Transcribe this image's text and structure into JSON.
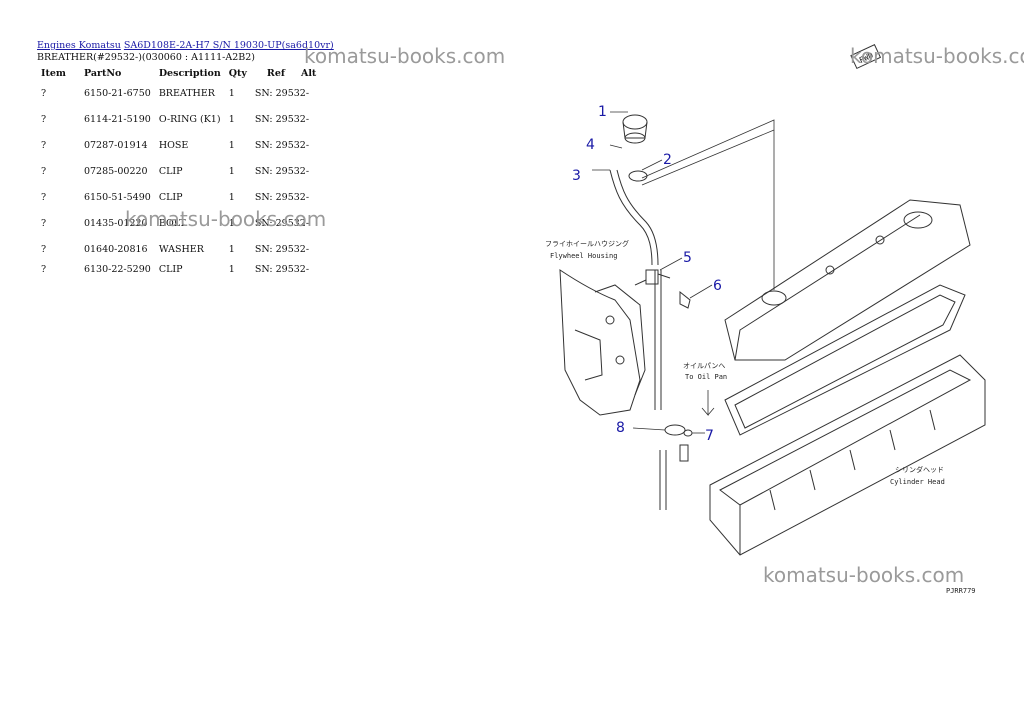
{
  "breadcrumb": {
    "root": "Engines Komatsu",
    "model": "SA6D108E-2A-H7 S/N 19030-UP(sa6d10vr)"
  },
  "subtitle": "BREATHER(#29532-)(030060 : A1111-A2B2)",
  "table": {
    "headers": [
      "Item",
      "PartNo",
      "Description",
      "Qty",
      "Ref",
      "Alt"
    ],
    "rows": [
      {
        "item": "?",
        "partno": "6150-21-6750",
        "desc": "BREATHER",
        "qty": "1",
        "ref": "SN: 29532-"
      },
      {
        "item": "?",
        "partno": "6114-21-5190",
        "desc": "O-RING (K1)",
        "qty": "1",
        "ref": "SN: 29532-"
      },
      {
        "item": "?",
        "partno": "07287-01914",
        "desc": "HOSE",
        "qty": "1",
        "ref": "SN: 29532-"
      },
      {
        "item": "?",
        "partno": "07285-00220",
        "desc": "CLIP",
        "qty": "1",
        "ref": "SN: 29532-"
      },
      {
        "item": "?",
        "partno": "6150-51-5490",
        "desc": "CLIP",
        "qty": "1",
        "ref": "SN: 29532-"
      },
      {
        "item": "?",
        "partno": "01435-01220",
        "desc": "BOLT",
        "qty": "1",
        "ref": "SN: 29532-"
      },
      {
        "item": "?",
        "partno": "01640-20816",
        "desc": "WASHER",
        "qty": "1",
        "ref": "SN: 29532-"
      },
      {
        "item": "?",
        "partno": "6130-22-5290",
        "desc": "CLIP",
        "qty": "1",
        "ref": "SN: 29532-"
      }
    ]
  },
  "watermarks": {
    "wm1": "komatsu-books.com",
    "wm2": "komatsu-books.com",
    "wm3": "komatsu-books.com",
    "wm4": "komatsu-books.com"
  },
  "drawing": {
    "callouts": [
      "1",
      "2",
      "3",
      "4",
      "5",
      "6",
      "7",
      "8"
    ],
    "label_flywheel_jp": "フライホイールハウジング",
    "label_flywheel_en": "Flywheel Housing",
    "label_oilpan_jp": "オイルパンへ",
    "label_oilpan_en": "To Oil Pan",
    "label_cylhead_jp": "シリンダヘッド",
    "label_cylhead_en": "Cylinder Head",
    "fwd_badge": "FWD",
    "figure_code": "PJRR779"
  }
}
